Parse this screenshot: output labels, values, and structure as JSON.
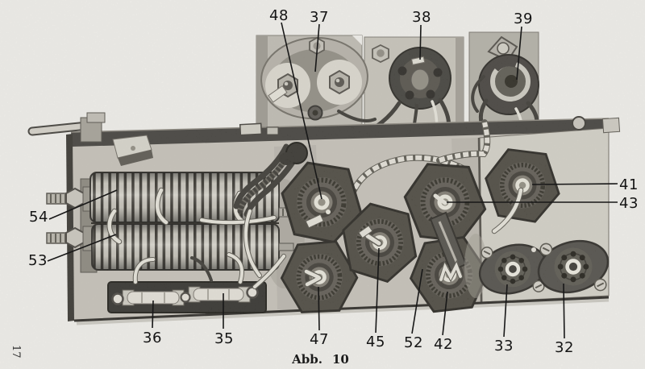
{
  "figure_caption": {
    "label": "Abb.",
    "number": "10"
  },
  "page_number": "17",
  "callouts": {
    "c32": "32",
    "c33": "33",
    "c35": "35",
    "c36": "36",
    "c37": "37",
    "c38": "38",
    "c39": "39",
    "c41": "41",
    "c42": "42",
    "c43": "43",
    "c45": "45",
    "c47": "47",
    "c48": "48",
    "c52": "52",
    "c53": "53",
    "c54": "54"
  }
}
